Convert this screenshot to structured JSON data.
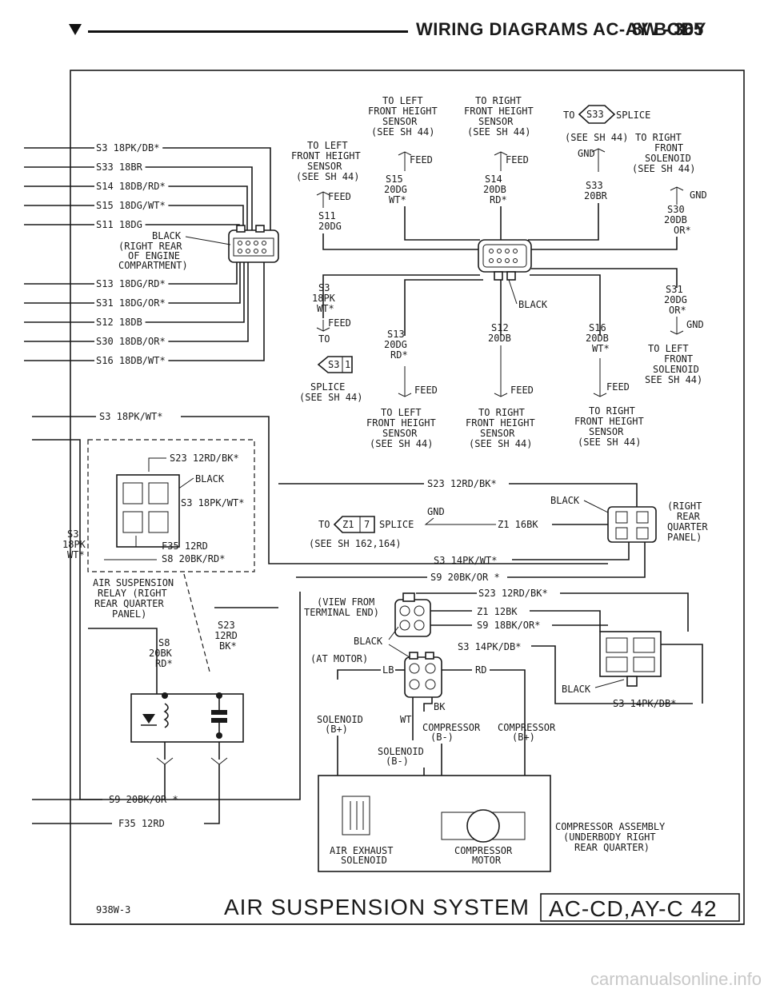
{
  "header": {
    "title": "WIRING DIAGRAMS AC-AY BODY",
    "page_number": "8W - 365"
  },
  "left_wires": [
    "S3 18PK/DB*",
    "S33 18BR",
    "S14 18DB/RD*",
    "S15 18DG/WT*",
    "S11 18DG",
    "S13 18DG/RD*",
    "S31 18DG/OR*",
    "S12 18DB",
    "S30 18DB/OR*",
    "S16 18DB/WT*"
  ],
  "top_connector": {
    "color_label": "BLACK",
    "location": [
      "(RIGHT REAR",
      "OF ENGINE",
      "COMPARTMENT)"
    ]
  },
  "top_destinations": {
    "left_front_sensor": [
      "TO LEFT",
      "FRONT HEIGHT",
      "SENSOR",
      "(SEE SH 44)"
    ],
    "right_front_sensor": [
      "TO RIGHT",
      "FRONT HEIGHT",
      "SENSOR",
      "(SEE SH 44)"
    ],
    "splice_s33": [
      "TO",
      "S33",
      "SPLICE",
      "(SEE SH 44)"
    ],
    "right_front_solenoid": [
      "TO RIGHT",
      "FRONT",
      "SOLENOID",
      "(SEE SH 44)"
    ],
    "left_front_sensor_2": [
      "TO LEFT",
      "FRONT HEIGHT",
      "SENSOR",
      "(SEE SH 44)"
    ]
  },
  "upper_circuits": {
    "s11": [
      "S11",
      "20DG"
    ],
    "s15": [
      "S15",
      "20DG",
      "WT*"
    ],
    "s14": [
      "S14",
      "20DB",
      "RD*"
    ],
    "s33": [
      "S33",
      "20BR"
    ],
    "s30": [
      "S30",
      "20DB",
      "OR*"
    ],
    "feed": "FEED",
    "gnd": "GND"
  },
  "mid_connector": {
    "color_label": "BLACK"
  },
  "lower_circuits": {
    "s3": [
      "S3",
      "18PK",
      "WT*"
    ],
    "s13": [
      "S13",
      "20DG",
      "RD*"
    ],
    "s12": [
      "S12",
      "20DB"
    ],
    "s16": [
      "S16",
      "20DB",
      "WT*"
    ],
    "s31": [
      "S31",
      "20DG",
      "OR*"
    ],
    "to": "TO",
    "splice_s3": [
      "S3",
      "1"
    ],
    "splice_s3_ref": [
      "SPLICE",
      "(SEE SH 44)"
    ],
    "left_front_solenoid": [
      "TO LEFT",
      "FRONT",
      "SOLENOID",
      "SEE SH 44)"
    ]
  },
  "bottom_destinations": {
    "left_front_sensor": [
      "TO LEFT",
      "FRONT HEIGHT",
      "SENSOR",
      "(SEE SH 44)"
    ],
    "right_front_sensor": [
      "TO RIGHT",
      "FRONT HEIGHT",
      "SENSOR",
      "(SEE SH 44)"
    ],
    "right_front_sensor_2": [
      "TO RIGHT",
      "FRONT HEIGHT",
      "SENSOR",
      "(SEE SH 44)"
    ]
  },
  "relay_section": {
    "wire_s3": "S3 18PK/WT*",
    "s23": "S23 12RD/BK*",
    "black": "BLACK",
    "s3_pin": "S3 18PK/WT*",
    "f35": "F35 12RD",
    "s8": "S8 20BK/RD*",
    "s3_side": [
      "S3",
      "18PK",
      "WT*"
    ],
    "relay_label": [
      "AIR SUSPENSION",
      "RELAY (RIGHT",
      "REAR QUARTER",
      "PANEL)"
    ],
    "s8_lower": [
      "S8",
      "20BK",
      "RD*"
    ],
    "s23_lower": [
      "S23",
      "12RD",
      "BK*"
    ],
    "s9": "S9 20BK/OR *",
    "f35_bottom": "F35 12RD"
  },
  "right_panel": {
    "s23_wire": "S23 12RD/BK*",
    "to": "TO",
    "splice_z1": [
      "Z1",
      "7"
    ],
    "splice": "SPLICE",
    "gnd": "GND",
    "z1_16bk": "Z1 16BK",
    "black": "BLACK",
    "ref": "(SEE SH 162,164)",
    "location": [
      "(RIGHT",
      "REAR",
      "QUARTER",
      "PANEL)"
    ],
    "s3_14pk": "S3 14PK/WT*",
    "s9_20bk": "S9 20BK/OR *"
  },
  "compressor_section": {
    "s23": "S23 12RD/BK*",
    "view": [
      "(VIEW FROM",
      "TERMINAL END)"
    ],
    "z1_12bk": "Z1 12BK",
    "s9_18bk": "S9 18BK/OR*",
    "black_at_motor": [
      "BLACK",
      "(AT MOTOR)"
    ],
    "s3_14pk_db": "S3 14PK/DB*",
    "lb": "LB",
    "rd": "RD",
    "bk": "BK",
    "wt": "WT",
    "solenoid_b_plus": [
      "SOLENOID",
      "(B+)"
    ],
    "compressor_b_minus": [
      "COMPRESSOR",
      "(B-)"
    ],
    "compressor_b_plus": [
      "COMPRESSOR",
      "(B+)"
    ],
    "solenoid_b_minus": [
      "SOLENOID",
      "(B-)"
    ],
    "black_right": "BLACK",
    "s3_14pk_db_right": "S3 14PK/DB*",
    "air_exhaust": [
      "AIR EXHAUST",
      "SOLENOID"
    ],
    "compressor_motor": [
      "COMPRESSOR",
      "MOTOR"
    ],
    "assembly": [
      "COMPRESSOR ASSEMBLY",
      "(UNDERBODY RIGHT",
      "REAR QUARTER)"
    ]
  },
  "footer": {
    "drawing_number": "938W-3",
    "system_title": "AIR SUSPENSION SYSTEM",
    "code": "AC-CD,AY-C 42"
  },
  "watermark": "carmanualsonline.info"
}
